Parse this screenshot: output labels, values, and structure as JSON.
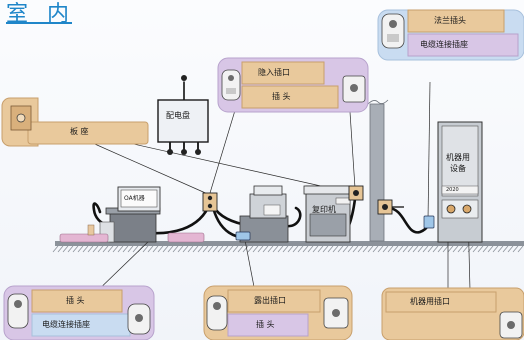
{
  "title": "室 内",
  "labels": {
    "floor_outlet": "板 座",
    "panel": "配电盘",
    "oa_device": "OA机器",
    "copier": "复印机",
    "machine": "机器用\n设备",
    "machine_display": "2020",
    "hidden_outlet": "隐入插口",
    "plug_a": "插 头",
    "flange_plug": "法兰插头",
    "cable_socket_a": "电缆连接插座",
    "plug_b": "插 头",
    "cable_socket_b": "电缆连接插座",
    "exposed_outlet": "露出插口",
    "plug_c": "插 头",
    "machine_outlet": "机器用插口"
  },
  "colors": {
    "title": "#1f86c9",
    "callout_tan": "#e9c99c",
    "callout_tan_edge": "#d2ad79",
    "callout_lav": "#d8c6e6",
    "callout_lav_edge": "#b7a2cc",
    "callout_blue": "#c9dcf1",
    "cable": "#111111",
    "floor": "#9aa0a8"
  }
}
